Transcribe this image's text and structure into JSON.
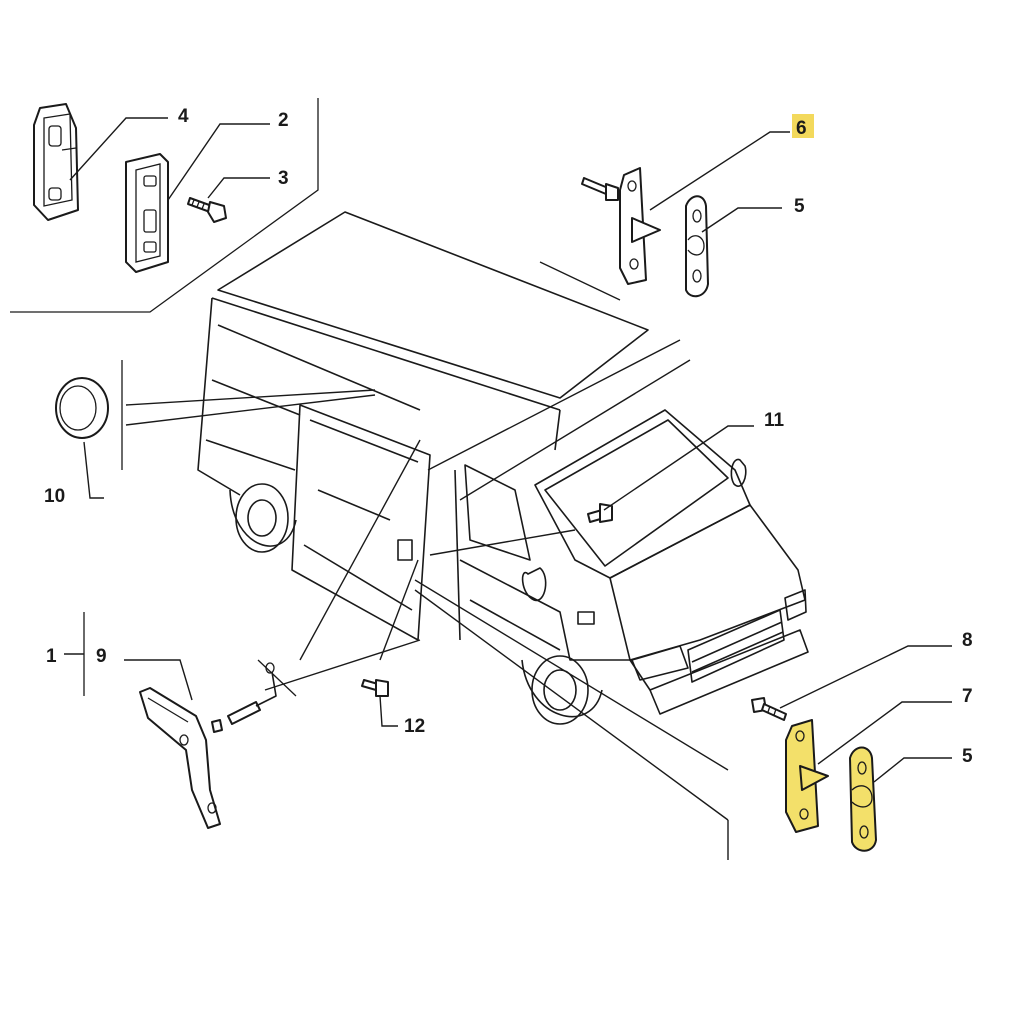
{
  "callouts": {
    "c1": "1",
    "c2": "2",
    "c3": "3",
    "c4": "4",
    "c5a": "5",
    "c5b": "5",
    "c6": "6",
    "c7": "7",
    "c8": "8",
    "c9": "9",
    "c10": "10",
    "c11": "11",
    "c12": "12"
  },
  "colors": {
    "highlight": "#f3e06a",
    "label_highlight_bg": "#f3d95c",
    "line": "#1a1a1a"
  }
}
